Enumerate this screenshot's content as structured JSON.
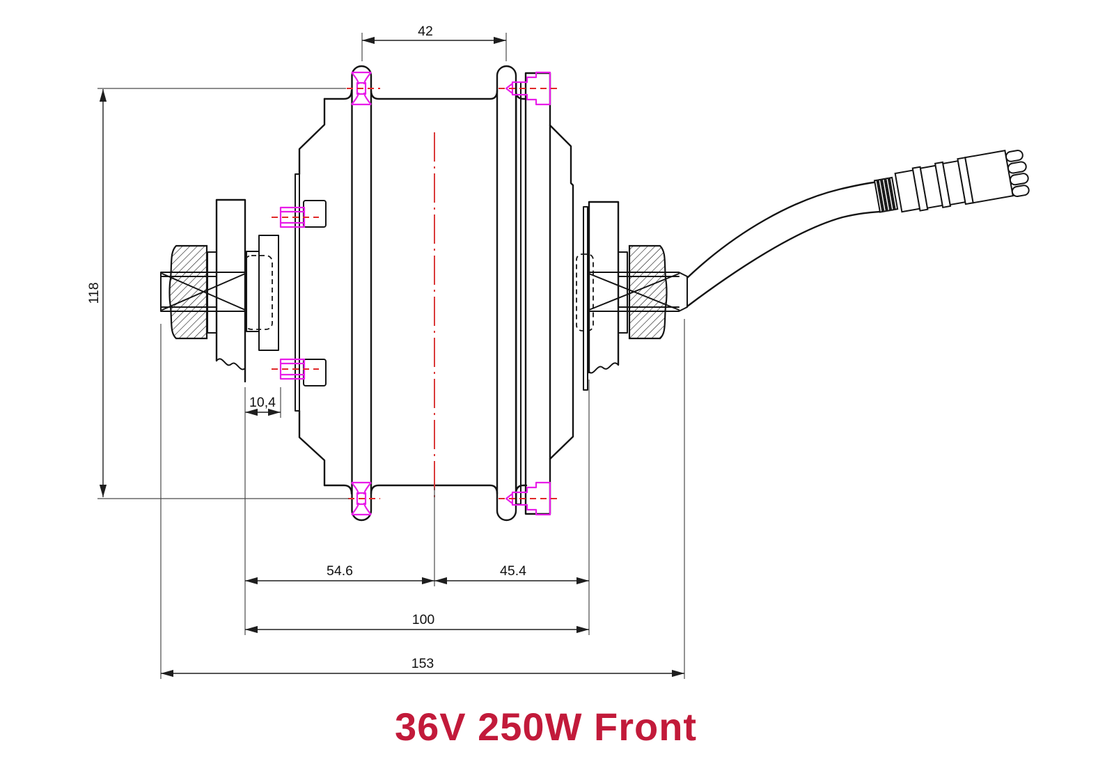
{
  "drawing": {
    "title": "36V 250W Front",
    "title_color": "#c21a3a",
    "dimensions": {
      "flange_spacing": "42",
      "flange_circle": "118",
      "brake_offset": "10,4",
      "left_to_center": "54.6",
      "center_to_right": "45.4",
      "locknut_width": "100",
      "axle_length": "153"
    },
    "colors": {
      "outline": "#141414",
      "hardware_highlight": "#e81ce8",
      "centerline_red": "#d83030",
      "hidden_axis_red": "#e12828"
    }
  }
}
